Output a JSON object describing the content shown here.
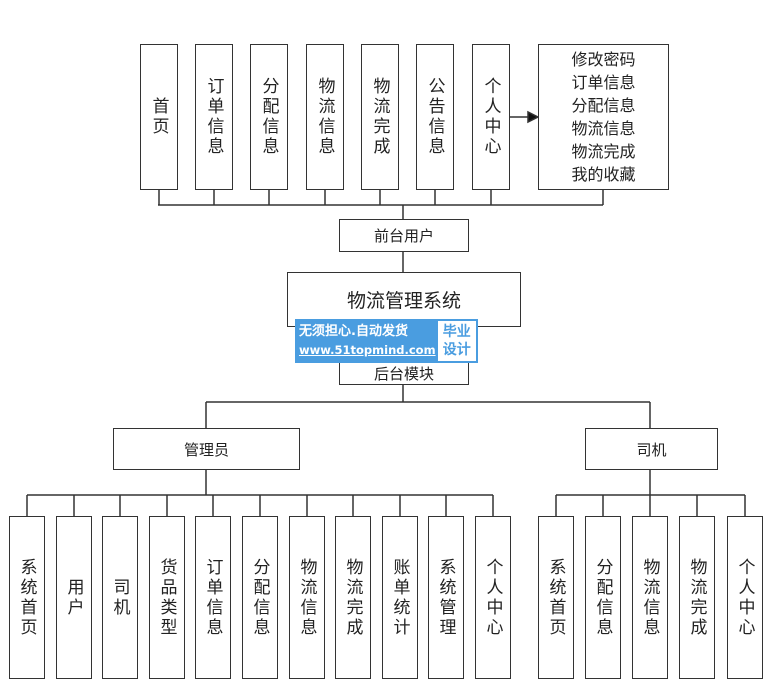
{
  "top_items": [
    "首页",
    "订单信息",
    "分配信息",
    "物流信息",
    "物流完成",
    "公告信息",
    "个人中心"
  ],
  "personal_center_items": [
    "修改密码",
    "订单信息",
    "分配信息",
    "物流信息",
    "物流完成",
    "我的收藏"
  ],
  "frontend": "前台用户",
  "system": "物流管理系统",
  "backend": "后台模块",
  "admin": "管理员",
  "driver": "司机",
  "admin_items": [
    "系统首页",
    "用户",
    "司机",
    "货品类型",
    "订单信息",
    "分配信息",
    "物流信息",
    "物流完成",
    "账单统计",
    "系统管理",
    "个人中心"
  ],
  "driver_items": [
    "系统首页",
    "分配信息",
    "物流信息",
    "物流完成",
    "个人中心"
  ],
  "watermark": {
    "line1": "无须担心.自动发货",
    "line2": "www.51topmind.com",
    "badge1": "毕业",
    "badge2": "设计"
  }
}
